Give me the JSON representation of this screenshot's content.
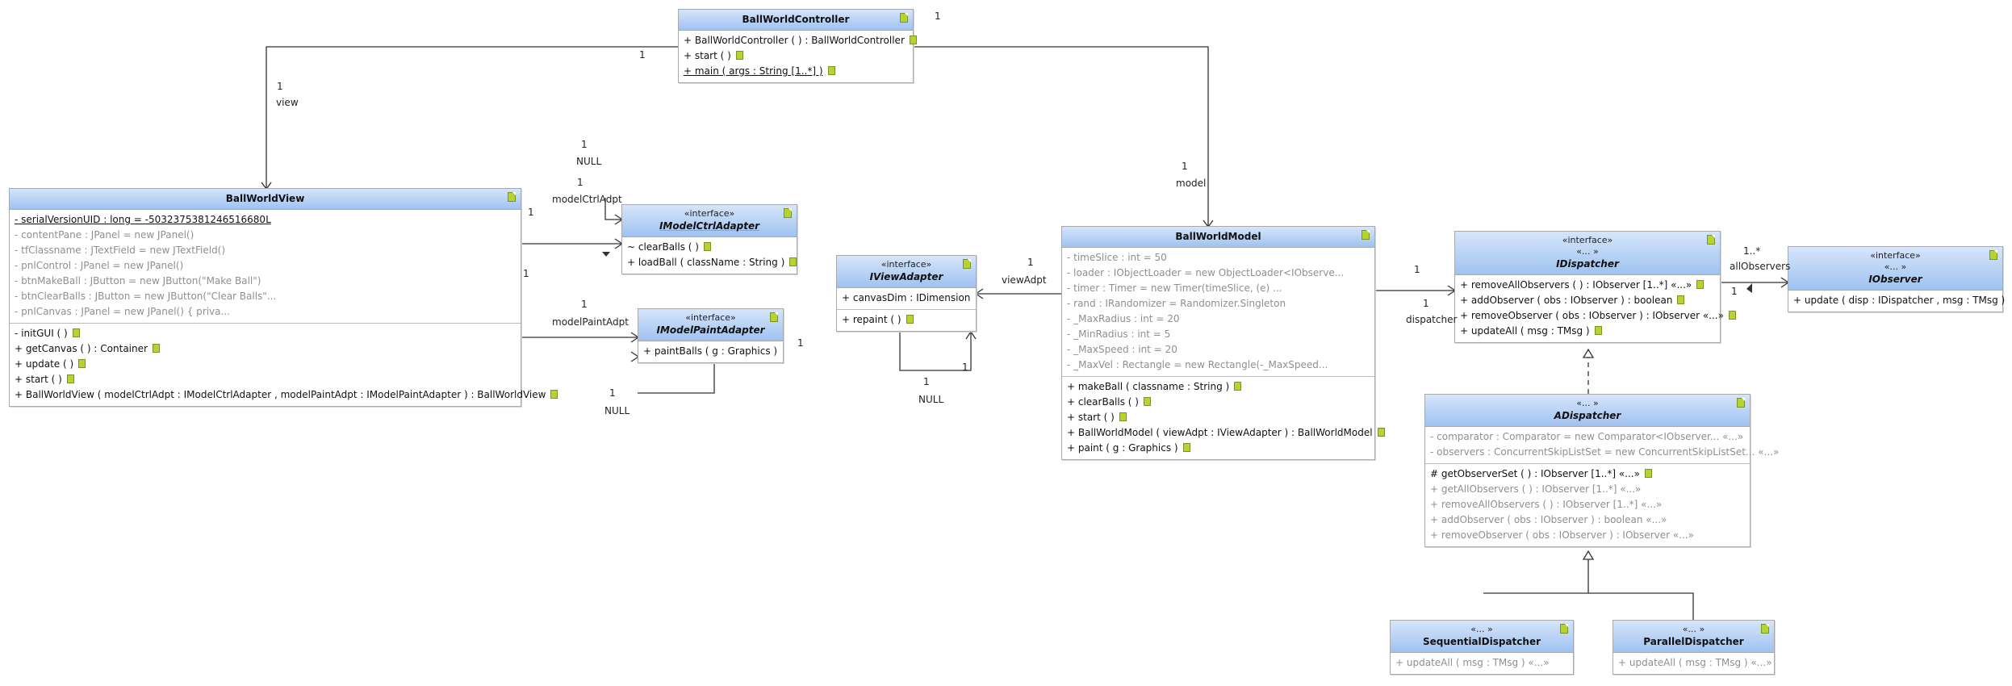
{
  "classes": {
    "controller": {
      "name": "BallWorldController",
      "methods": [
        "+ BallWorldController ( ) :  BallWorldController",
        "+ start ( )",
        "+ main ( args : String [1..*] )"
      ]
    },
    "view": {
      "name": "BallWorldView",
      "fields": [
        "- serialVersionUID : long = -5032375381246516680L",
        "- contentPane : JPanel = new JPanel()",
        "- tfClassname : JTextField = new JTextField()",
        "- pnlControl : JPanel = new JPanel()",
        "- btnMakeBall : JButton = new JButton(\"Make Ball\")",
        "- btnClearBalls : JButton = new JButton(\"Clear Balls\"...",
        "- pnlCanvas : JPanel = new JPanel() {       priva..."
      ],
      "methods": [
        "- initGUI ( )",
        "+ getCanvas ( ) :  Container",
        "+ update ( )",
        "+ start ( )",
        "+ BallWorldView ( modelCtrlAdpt : IModelCtrlAdapter , modelPaintAdpt : IModelPaintAdapter ) :  BallWorldView"
      ]
    },
    "modelCtrlAdapter": {
      "stereotype": "«interface»",
      "name": "IModelCtrlAdapter",
      "methods": [
        "~ clearBalls ( )",
        "+ loadBall ( className : String )"
      ]
    },
    "modelPaintAdapter": {
      "stereotype": "«interface»",
      "name": "IModelPaintAdapter",
      "methods": [
        "+ paintBalls ( g : Graphics )"
      ]
    },
    "viewAdapter": {
      "stereotype": "«interface»",
      "name": "IViewAdapter",
      "fields": [
        "+ canvasDim : IDimension"
      ],
      "methods": [
        "+ repaint ( )"
      ]
    },
    "model": {
      "name": "BallWorldModel",
      "fields": [
        "- timeSlice : int = 50",
        "- loader : IObjectLoader = new ObjectLoader<IObserve...",
        "- timer : Timer = new Timer(timeSlice, (e) ...",
        "- rand : IRandomizer = Randomizer.Singleton",
        "- _MaxRadius : int = 20",
        "- _MinRadius : int = 5",
        "- _MaxSpeed : int = 20",
        "- _MaxVel : Rectangle = new Rectangle(-_MaxSpeed..."
      ],
      "methods": [
        "+ makeBall ( classname : String )",
        "+ clearBalls ( )",
        "+ start ( )",
        "+ BallWorldModel ( viewAdpt : IViewAdapter ) :  BallWorldModel",
        "+ paint ( g : Graphics )"
      ]
    },
    "dispatcher": {
      "stereotype1": "«interface»",
      "stereotype2": "«... »",
      "name": "IDispatcher",
      "methods": [
        "+ removeAllObservers ( ) :  IObserver [1..*] «...»",
        "+ addObserver ( obs : IObserver ) :  boolean",
        "+ removeObserver ( obs : IObserver ) :  IObserver «...»",
        "+ updateAll ( msg : TMsg )"
      ]
    },
    "observer": {
      "stereotype1": "«interface»",
      "stereotype2": "«... »",
      "name": "IObserver",
      "methods": [
        "+ update ( disp : IDispatcher , msg : TMsg )"
      ]
    },
    "aDispatcher": {
      "stereotype": "«... »",
      "name": "ADispatcher",
      "fields": [
        "- comparator : Comparator = new Comparator<IObserver... «...»",
        "- observers : ConcurrentSkipListSet = new ConcurrentSkipListSet... «...»"
      ],
      "methods": [
        "# getObserverSet ( ) :  IObserver [1..*] «...»",
        "+ getAllObservers ( ) :  IObserver [1..*] «...»",
        "+ removeAllObservers ( ) :  IObserver [1..*] «...»",
        "+ addObserver ( obs : IObserver ) :  boolean «...»",
        "+ removeObserver ( obs : IObserver ) :  IObserver «...»"
      ]
    },
    "sequential": {
      "stereotype": "«... »",
      "name": "SequentialDispatcher",
      "methods": [
        "+ updateAll ( msg : TMsg )  «...»"
      ]
    },
    "parallel": {
      "stereotype": "«... »",
      "name": "ParallelDispatcher",
      "methods": [
        "+ updateAll ( msg : TMsg )  «...»"
      ]
    }
  },
  "labels": {
    "ctrl_top_1": "1",
    "ctrl_view_1": "1",
    "view_1": "1",
    "view_role": "view",
    "null_top_1": "1",
    "null_top": "NULL",
    "mca_1": "1",
    "mca_role": "modelCtrlAdpt",
    "view_right_1a": "1",
    "view_right_1b": "1",
    "mpa_1": "1",
    "mpa_role": "modelPaintAdpt",
    "mpa_right_1": "1",
    "null_mpa_1": "1",
    "null_mpa": "NULL",
    "va_role": "viewAdpt",
    "va_1": "1",
    "va_loop_1a": "1",
    "va_loop_1b": "1",
    "va_null": "NULL",
    "model_1": "1",
    "model_role": "model",
    "disp_1a": "1",
    "disp_1b": "1",
    "disp_role": "dispatcher",
    "obs_mult": "1..*",
    "obs_role": "allObservers",
    "obs_1": "1"
  }
}
